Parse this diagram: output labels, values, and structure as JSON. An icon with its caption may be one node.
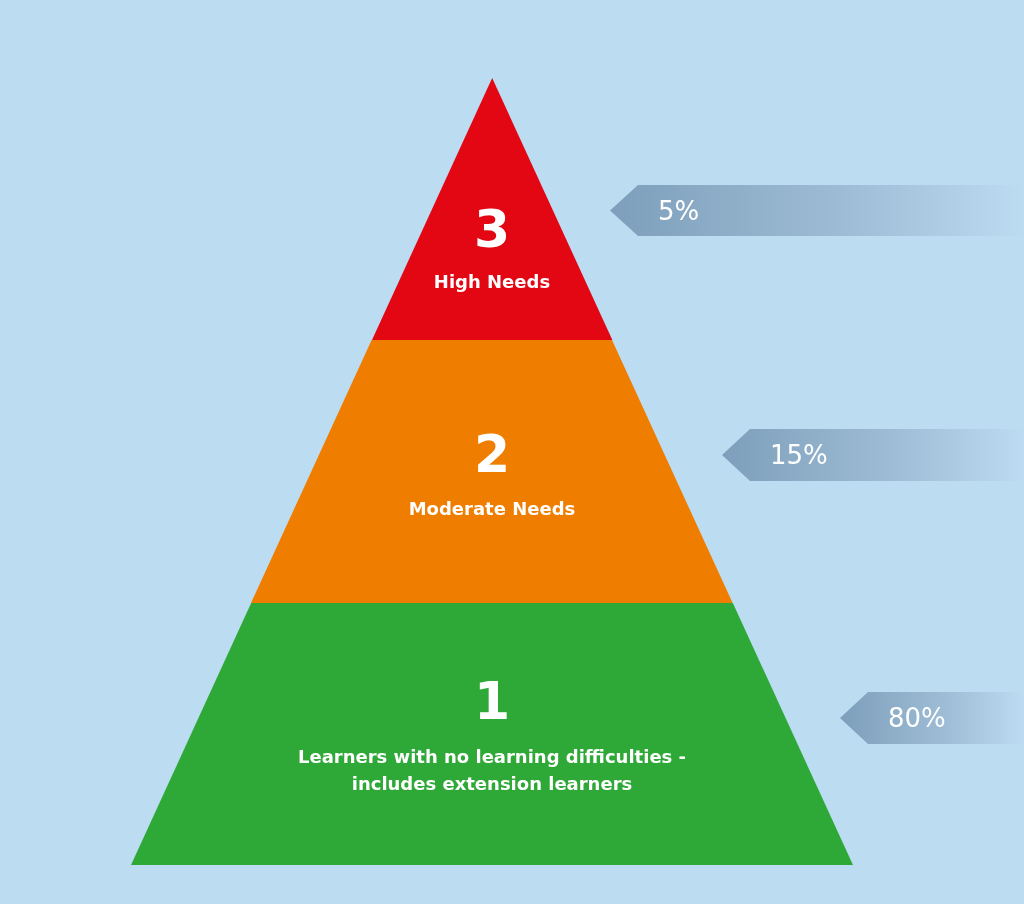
{
  "diagram": {
    "nodes": [
      {
        "text": [
          "3",
          "High Needs"
        ]
      },
      {
        "text": [
          "5%"
        ]
      },
      {
        "text": [
          "2",
          "Moderate Needs"
        ]
      },
      {
        "text": [
          "15%"
        ]
      },
      {
        "text": [
          "1",
          "Learners with no learning difficulties - includes extension learners"
        ]
      },
      {
        "text": [
          "80%"
        ]
      }
    ]
  }
}
